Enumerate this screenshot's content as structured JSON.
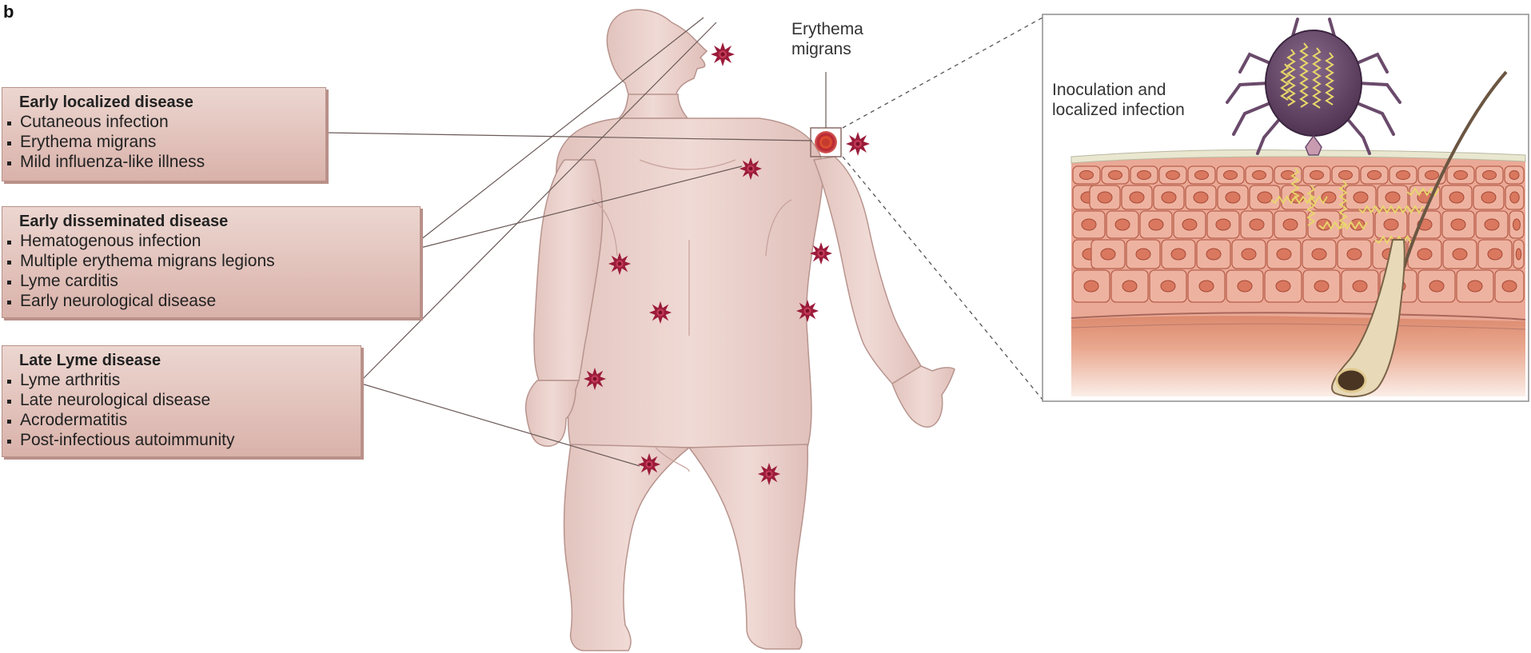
{
  "panel_letter": "b",
  "stages": [
    {
      "title": "Early localized disease",
      "items": [
        "Cutaneous infection",
        "Erythema migrans",
        "Mild influenza-like illness"
      ]
    },
    {
      "title": "Early disseminated disease",
      "items": [
        "Hematogenous infection",
        "Multiple erythema migrans legions",
        "Lyme carditis",
        "Early neurological disease"
      ]
    },
    {
      "title": "Late Lyme disease",
      "items": [
        "Lyme arthritis",
        "Late neurological disease",
        "Acrodermatitis",
        "Post-infectious autoimmunity"
      ]
    }
  ],
  "labels": {
    "erythema_line1": "Erythema",
    "erythema_line2": "migrans",
    "inoculation_line1": "Inoculation and",
    "inoculation_line2": "localized infection"
  },
  "colors": {
    "box_fill": "#e3c5be",
    "skin": "#ecd2cd",
    "lesion": "#9b1b3a",
    "tick": "#6a4a6b",
    "spirochete": "#e8d76a"
  }
}
